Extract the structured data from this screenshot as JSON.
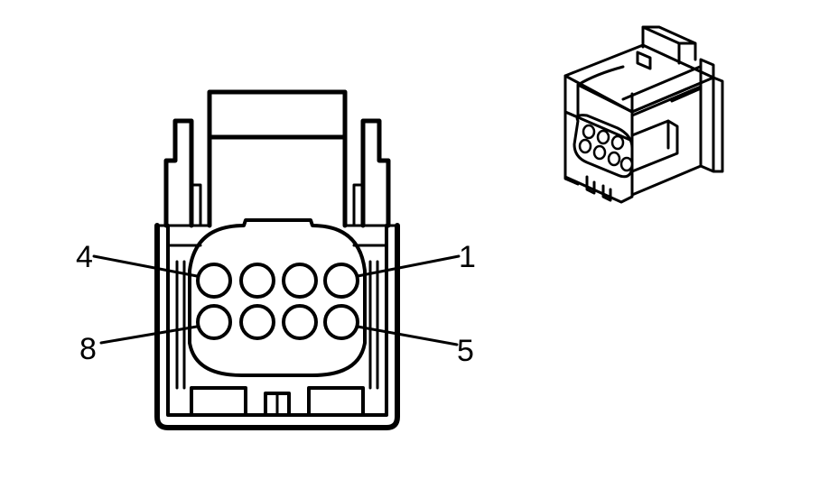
{
  "diagram": {
    "pin_labels": {
      "top_left": "4",
      "top_right": "1",
      "bottom_left": "8",
      "bottom_right": "5"
    },
    "colors": {
      "line": "#000000",
      "background": "#ffffff"
    }
  }
}
